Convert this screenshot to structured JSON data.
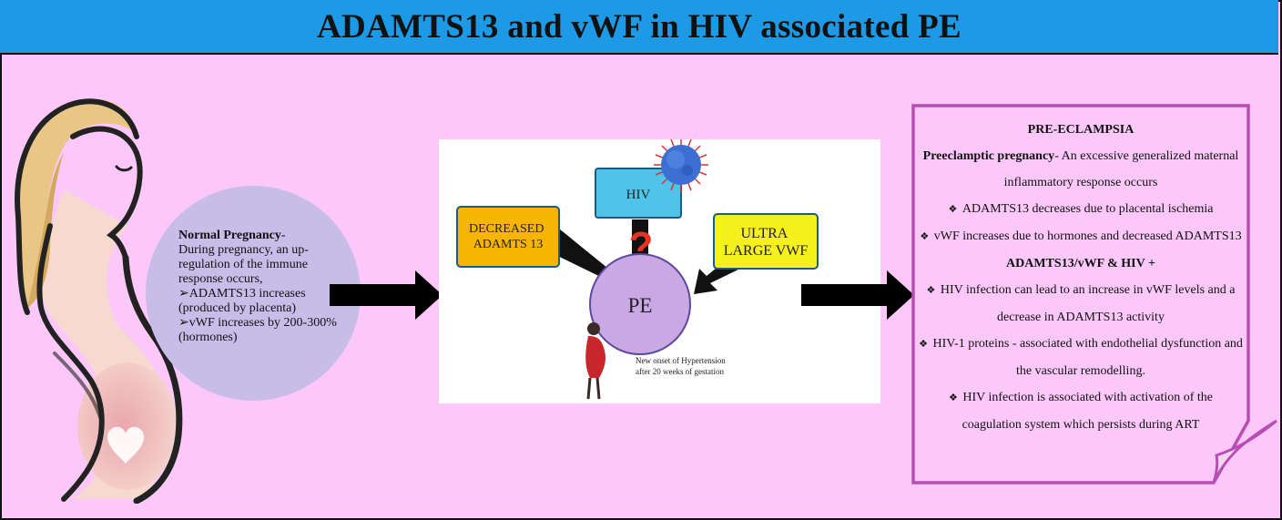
{
  "title": "ADAMTS13 and vWF in HIV associated PE",
  "normal_pregnancy": {
    "heading": "Normal Pregnancy",
    "heading_suffix": "-",
    "intro": "During pregnancy, an up-regulation of the immune response occurs,",
    "points": [
      "➢ADAMTS13 increases (produced by placenta)",
      "➢vWF increases by 200-300% (hormones)"
    ]
  },
  "center": {
    "box_left": "DECREASED ADAMTS 13",
    "box_hiv": "HIV",
    "box_right": "ULTRA LARGE VWF",
    "question": "?",
    "pe_label": "PE",
    "caption_line1": "New onset of Hypertension",
    "caption_line2": "after 20 weeks of gestation",
    "colors": {
      "left_box": "#f7b500",
      "hiv_box": "#4fc3e8",
      "right_box": "#f5f01e",
      "pe_circle": "#c9a8e4",
      "question": "#e53322",
      "virus": "#3b6fd1"
    }
  },
  "pre_eclampsia": {
    "heading": "PRE-ECLAMPSIA",
    "preeclamptic_label": "Preeclamptic pregnancy",
    "preeclamptic_text": "- An excessive generalized maternal inflammatory  response occurs",
    "bullets_a": [
      "ADAMTS13 decreases due to placental ischemia",
      "vWF increases due to hormones and decreased ADAMTS13"
    ],
    "subheading": "ADAMTS13/vWF & HIV +",
    "bullets_b": [
      "HIV infection can lead to an increase in vWF levels and a decrease in ADAMTS13 activity",
      "HIV-1 proteins  - associated with endothelial dysfunction  and the vascular remodelling.",
      "HIV infection is associated with activation of the coagulation  system which persists during ART"
    ]
  },
  "icons": {
    "woman": "pregnant-woman-illustration",
    "heart": "heart-icon",
    "virus": "virus-icon",
    "arrows": "right-arrow-icon"
  },
  "colors": {
    "background": "#fcc8fa",
    "title_bar": "#1c9ae6",
    "normal_circle": "#c8bde9",
    "pe_box_border": "#b84eb4"
  }
}
